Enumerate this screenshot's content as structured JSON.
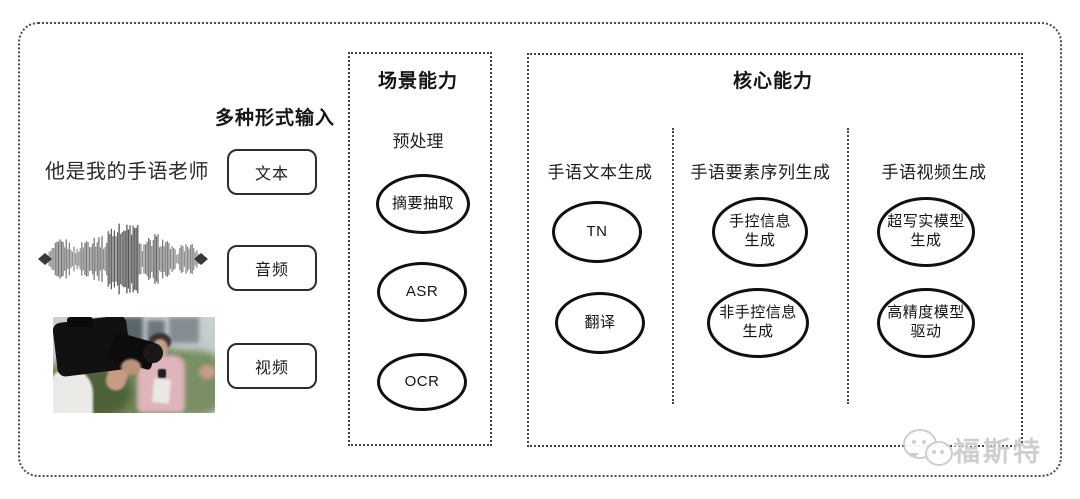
{
  "input_section": {
    "heading": "多种形式输入",
    "sample_text": "他是我的手语老师",
    "items": [
      {
        "label": "文本"
      },
      {
        "label": "音频"
      },
      {
        "label": "视频"
      }
    ]
  },
  "scene_box": {
    "title": "场景能力",
    "subtitle": "预处理",
    "nodes": [
      "摘要抽取",
      "ASR",
      "OCR"
    ]
  },
  "core_box": {
    "title": "核心能力",
    "columns": [
      {
        "header": "手语文本生成",
        "nodes": [
          "TN",
          "翻译"
        ]
      },
      {
        "header": "手语要素序列生成",
        "nodes": [
          [
            "手控信息",
            "生成"
          ],
          [
            "非手控信息",
            "生成"
          ]
        ]
      },
      {
        "header": "手语视频生成",
        "nodes": [
          [
            "超写实模型",
            "生成"
          ],
          [
            "高精度模型",
            "驱动"
          ]
        ]
      }
    ]
  },
  "watermark": {
    "text": "福斯特",
    "icon": "wechat-bubbles-icon"
  },
  "colors": {
    "line": "#434343",
    "text": "#1f1f1f",
    "watermark": "#cbcbcb",
    "background": "#ffffff"
  }
}
